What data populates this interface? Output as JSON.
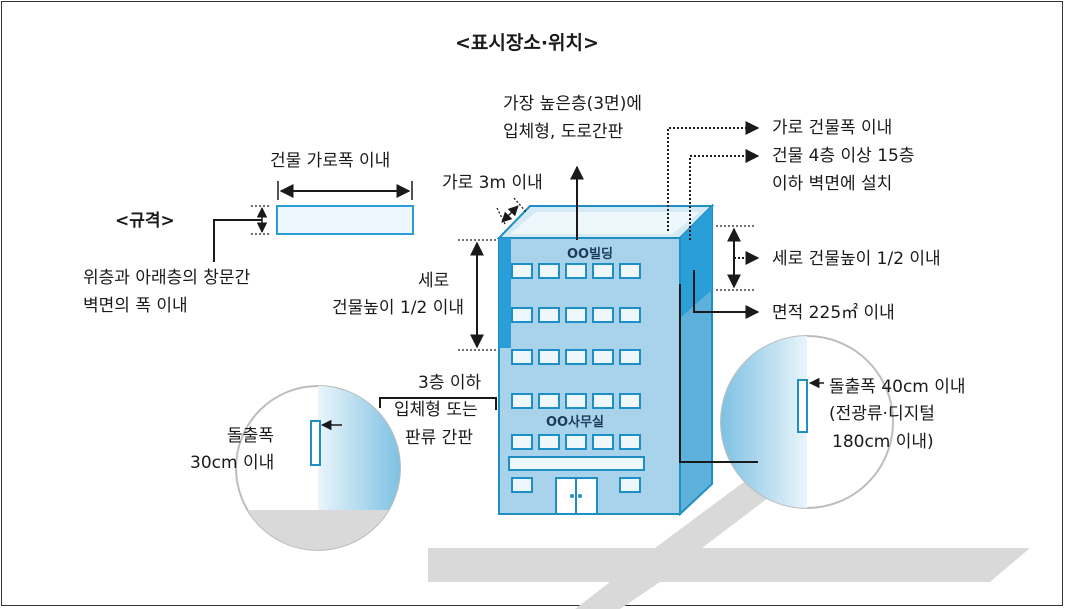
{
  "title": "<표시장소·위치>",
  "spec_label": "<규격>",
  "labels": {
    "building_width": "건물 가로폭 이내",
    "window_gap_1": "위층과 아래층의 창문간",
    "window_gap_2": "벽면의 폭 이내",
    "top_floor_1": "가장 높은층(3면)에",
    "top_floor_2": "입체형, 도로간판",
    "width_3m": "가로 3m 이내",
    "vertical_1": "세로",
    "vertical_2": "건물높이 1/2 이내",
    "low_floor_1": "3층 이하",
    "low_floor_2": "입체형 또는",
    "low_floor_3": "판류 간판",
    "protrusion_30_1": "돌출폭",
    "protrusion_30_2": "30cm 이내",
    "right_width": "가로 건물폭 이내",
    "floor_range_1": "건물 4층 이상 15층",
    "floor_range_2": "이하 벽면에 설치",
    "right_vertical": "세로 건물높이 1/2 이내",
    "area": "면적 225㎡ 이내",
    "protrusion_40_1": "돌출폭 40cm 이내",
    "protrusion_40_2": "(전광류·디지털",
    "protrusion_40_3": "180cm 이내)"
  },
  "building": {
    "top_sign": "OO빌딩",
    "office_sign": "OO사무실"
  },
  "colors": {
    "building_front": "#a9d3ea",
    "building_side": "#5eb1da",
    "building_edge": "#1e8fc4",
    "sign_blue": "#2a9ed6",
    "shadow": "#d9d9d9",
    "arrow": "#1a1a1a"
  }
}
